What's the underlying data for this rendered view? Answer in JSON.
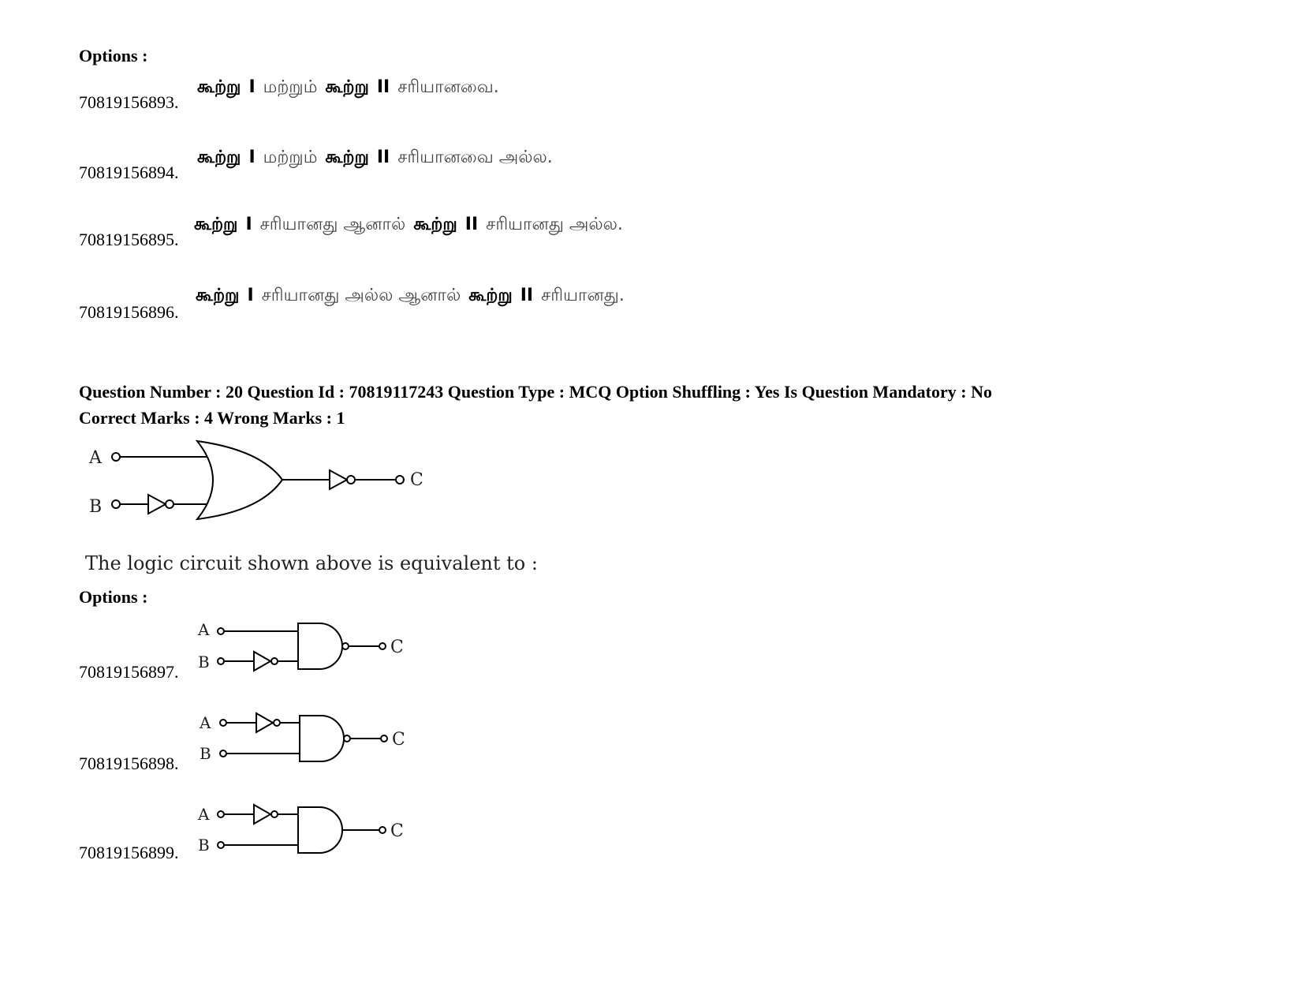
{
  "options_heading_1": "Options :",
  "q19_options": [
    {
      "id": "70819156893.",
      "parts": [
        "கூற்று",
        "I",
        "மற்றும்",
        "கூற்று",
        "II",
        "சரியானவை."
      ]
    },
    {
      "id": "70819156894.",
      "parts": [
        "கூற்று",
        "I",
        "மற்றும்",
        "கூற்று",
        "II",
        "சரியானவை  அல்ல."
      ]
    },
    {
      "id": "70819156895.",
      "parts": [
        "கூற்று",
        "I",
        "சரியானது  ஆனால்",
        "கூற்று",
        "II",
        "சரியானது  அல்ல."
      ]
    },
    {
      "id": "70819156896.",
      "parts": [
        "கூற்று",
        "I",
        "சரியானது  அல்ல  ஆனால்",
        "கூற்று",
        "II",
        "சரியானது."
      ]
    }
  ],
  "q20": {
    "meta_line1": "Question Number : 20 Question Id : 70819117243 Question Type : MCQ Option Shuffling : Yes Is Question Mandatory : No",
    "meta_line2": "Correct Marks : 4 Wrong Marks : 1",
    "stem": "The logic circuit shown above is equivalent to :",
    "options_heading": "Options :",
    "circuit_labels": {
      "a": "A",
      "b": "B",
      "c": "C"
    },
    "options": [
      {
        "id": "70819156897."
      },
      {
        "id": "70819156898."
      },
      {
        "id": "70819156899."
      }
    ]
  }
}
